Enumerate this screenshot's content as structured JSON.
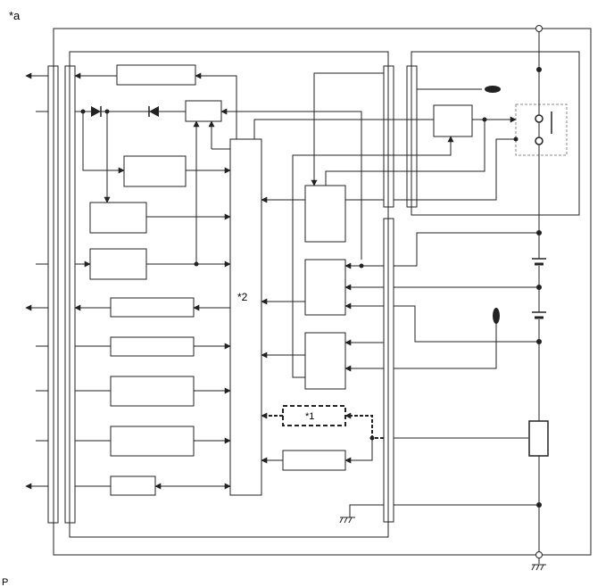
{
  "labels": {
    "corner": "*a",
    "footer": "P",
    "ecu_core": "*2",
    "optional_block": "*1"
  },
  "colors": {
    "line": "#222222",
    "dashed_frame": "#888888",
    "background": "#ffffff"
  },
  "icons": {
    "ground": "ground-icon",
    "battery": "battery-icon",
    "fuse": "fuse-icon",
    "diode": "diode-icon",
    "switch": "switch-icon",
    "connector": "connector-icon"
  }
}
